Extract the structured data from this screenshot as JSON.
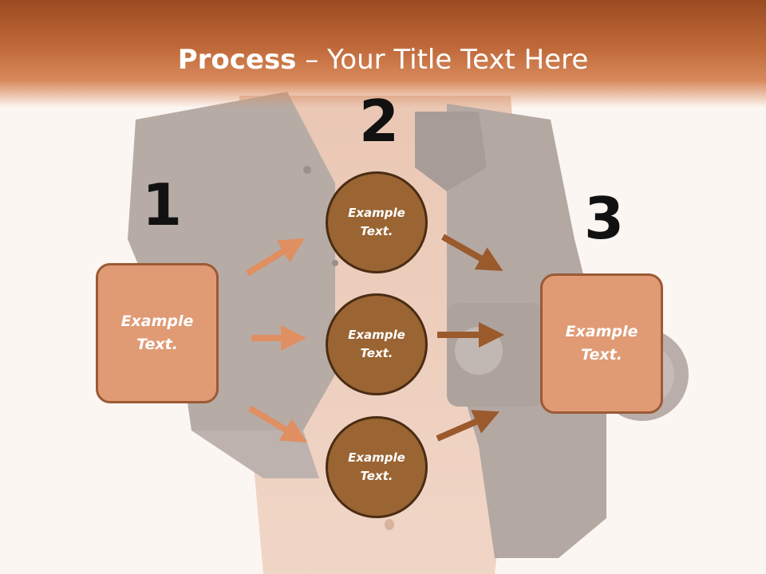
{
  "header": {
    "title_bold": "Process",
    "title_rest": " – Your Title Text Here"
  },
  "steps": [
    {
      "number": "1",
      "text_line1": "Example",
      "text_line2": "Text."
    },
    {
      "number": "2",
      "text_line1": "Example",
      "text_line2": "Text."
    },
    {
      "number": "3",
      "text_line1": "Example",
      "text_line2": "Text."
    }
  ],
  "circles": [
    {
      "text_line1": "Example",
      "text_line2": "Text."
    },
    {
      "text_line1": "Example",
      "text_line2": "Text."
    },
    {
      "text_line1": "Example",
      "text_line2": "Text."
    }
  ],
  "colors": {
    "header": "#c06a3b",
    "box_fill": "#e09a74",
    "box_border": "#9b5a36",
    "circle_fill": "#9a6433",
    "circle_border": "#4a2c14",
    "arrow_left": "#e08f62",
    "arrow_right": "#9a5a2c"
  }
}
